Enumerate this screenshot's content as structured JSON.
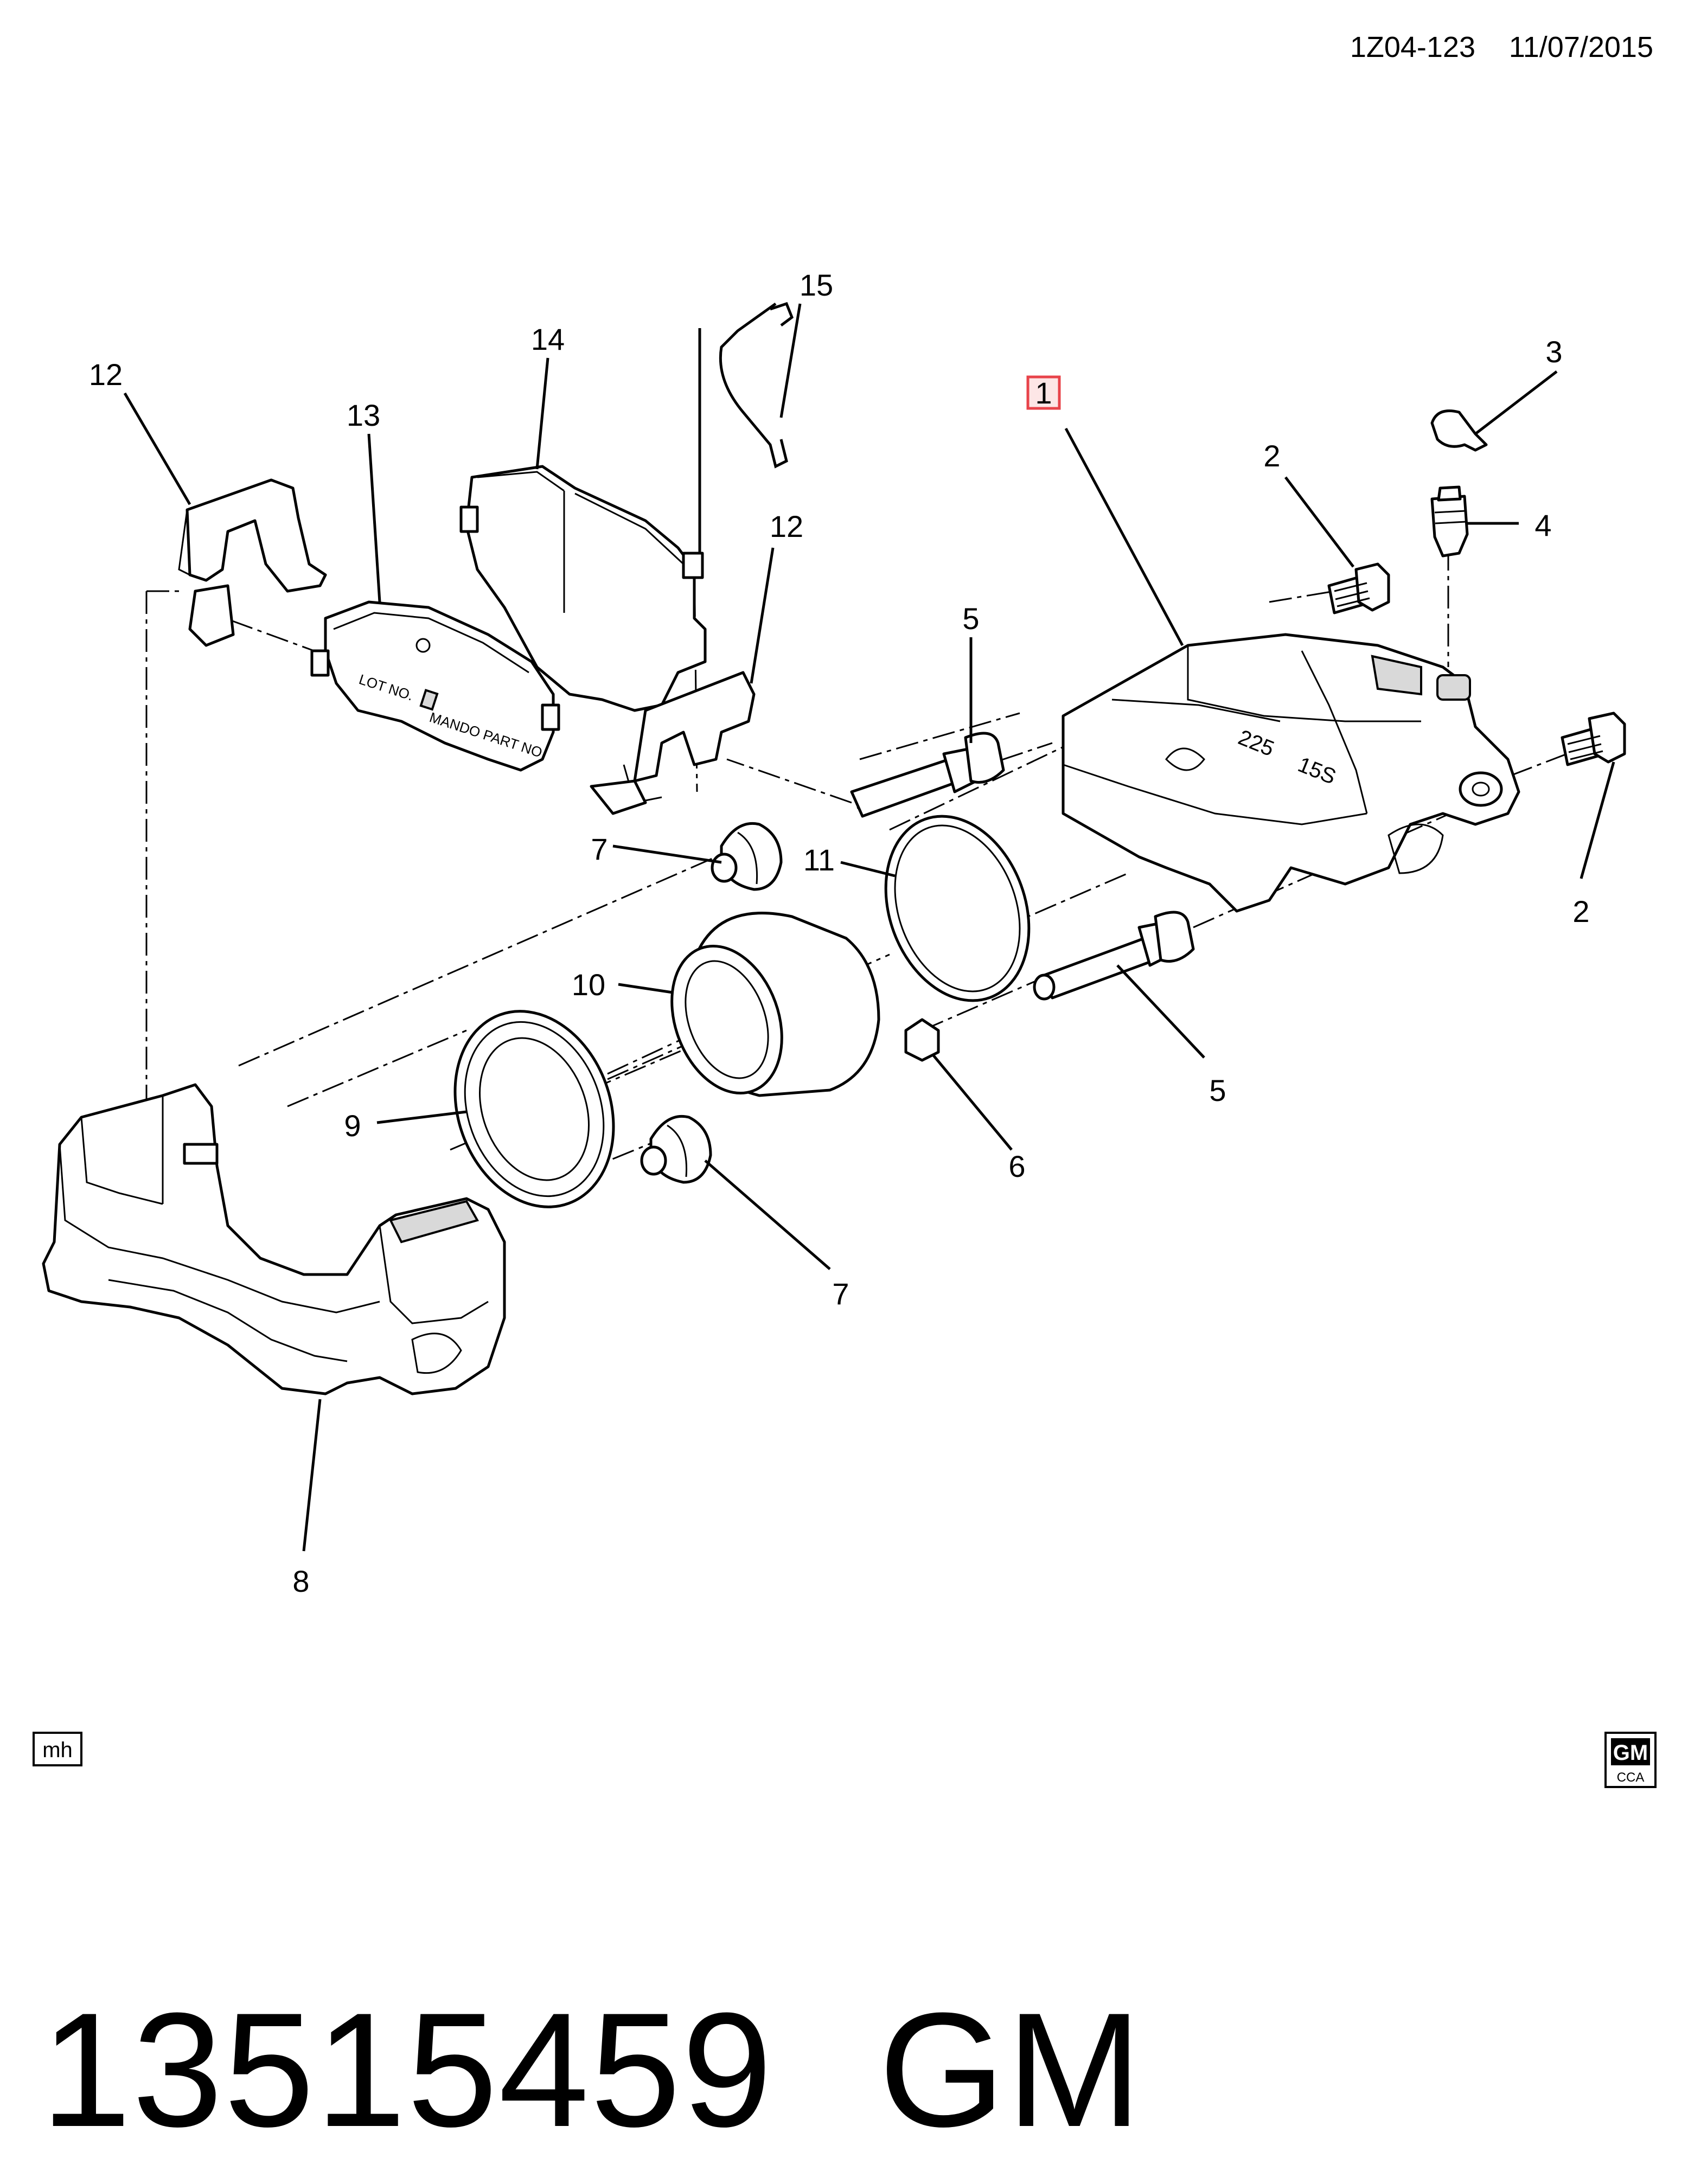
{
  "header": {
    "drawing_id": "1Z04-123",
    "date": "11/07/2015"
  },
  "part_number": "13515459",
  "brand": "GM",
  "corner_left_badge": "mh",
  "corner_right_logo": {
    "top": "GM",
    "bottom": "CCA"
  },
  "callouts": {
    "c1": "1",
    "c2a": "2",
    "c2b": "2",
    "c3": "3",
    "c4": "4",
    "c5a": "5",
    "c5b": "5",
    "c6": "6",
    "c7a": "7",
    "c7b": "7",
    "c8": "8",
    "c9": "9",
    "c10": "10",
    "c11": "11",
    "c12a": "12",
    "c12b": "12",
    "c13": "13",
    "c14": "14",
    "c15": "15"
  },
  "pad_markings": {
    "line1": "LOT NO.",
    "line2": "MANDO PART NO.",
    "caliper_size": "225",
    "caliper_size2": "15S"
  },
  "colors": {
    "highlight_box": "#e8434a",
    "highlight_fill": "#fde6e6"
  }
}
